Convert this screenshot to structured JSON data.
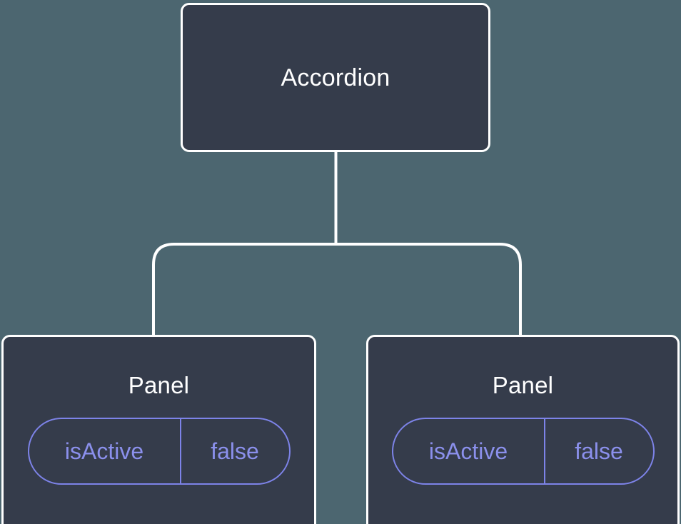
{
  "diagram": {
    "type": "component-tree",
    "background_color": "#4c6670",
    "node_fill_color": "#353c4b",
    "node_border_color": "#ffffff",
    "edge_color": "#ffffff",
    "prop_accent_color": "#7d83e8",
    "prop_text_color": "#8b90ec",
    "title_text_color": "#ffffff",
    "root": {
      "label": "Accordion"
    },
    "children": [
      {
        "label": "Panel",
        "prop": {
          "key": "isActive",
          "value": "false"
        }
      },
      {
        "label": "Panel",
        "prop": {
          "key": "isActive",
          "value": "false"
        }
      }
    ]
  }
}
